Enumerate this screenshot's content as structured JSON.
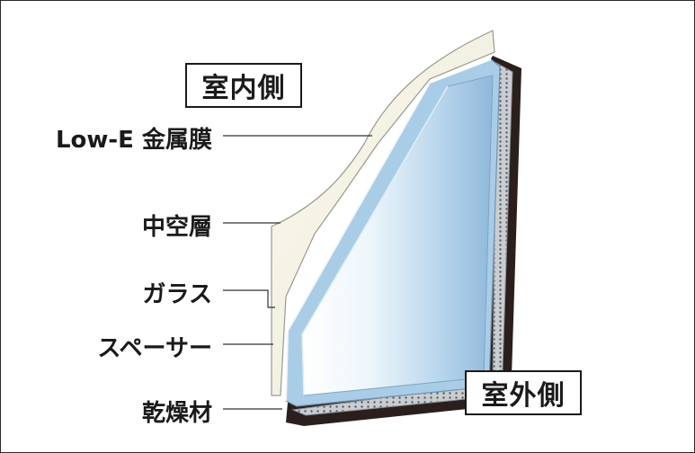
{
  "labels": {
    "indoor": "室内側",
    "outdoor": "室外側"
  },
  "callouts": [
    "Low-E 金属膜",
    "中空層",
    "ガラス",
    "スペーサー",
    "乾燥材"
  ],
  "colors": {
    "frame_border": "#2a2a2a",
    "text": "#1a1a1a",
    "leader_line": "#333333",
    "glass_blue": "#a9cde6",
    "glass_light": "#e8f3fb",
    "spacer_silver": "#c8ccd0",
    "sealant_dark": "#2a1f1c",
    "lowe_film": "#f4f1e3"
  }
}
